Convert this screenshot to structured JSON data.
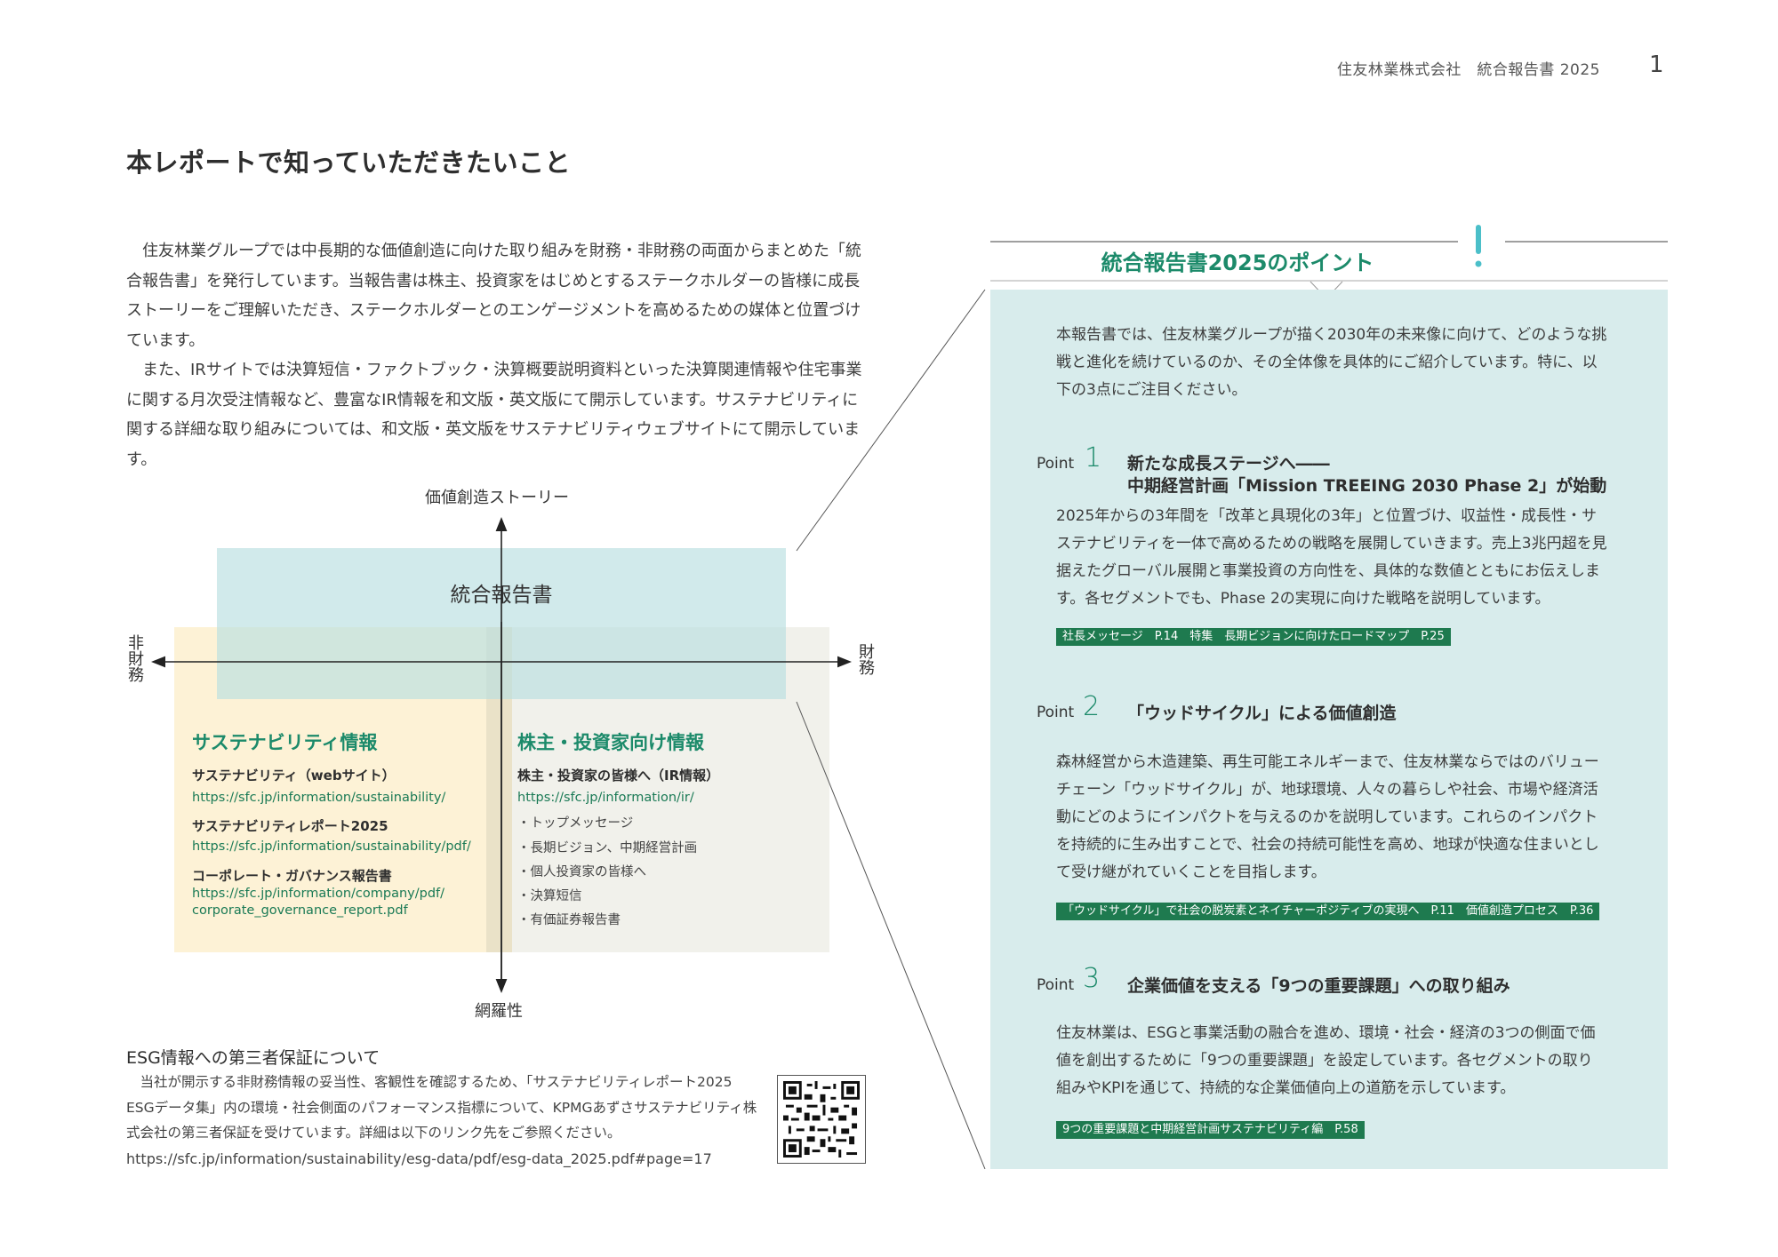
{
  "header": {
    "company_report": "住友林業株式会社　統合報告書 2025",
    "page_number": "1"
  },
  "title": "本レポートで知っていただきたいこと",
  "intro": [
    "住友林業グループでは中長期的な価値創造に向けた取り組みを財務・非財務の両面からまとめた「統合報告書」を発行しています。当報告書は株主、投資家をはじめとするステークホルダーの皆様に成長ストーリーをご理解いただき、ステークホルダーとのエンゲージメントを高めるための媒体と位置づけています。",
    "また、IRサイトでは決算短信・ファクトブック・決算概要説明資料といった決算関連情報や住宅事業に関する月次受注情報など、豊富なIR情報を和文版・英文版にて開示しています。サステナビリティに関する詳細な取り組みについては、和文版・英文版をサステナビリティウェブサイトにて開示しています。"
  ],
  "diagram": {
    "axis_top": "価値創造ストーリー",
    "axis_bottom": "網羅性",
    "axis_left": "非財務",
    "axis_right": "財務",
    "center_box": "統合報告書",
    "left": {
      "title": "サステナビリティ情報",
      "items": [
        {
          "name": "サステナビリティ（webサイト）",
          "url": "https://sfc.jp/information/sustainability/"
        },
        {
          "name": "サステナビリティレポート2025",
          "url": "https://sfc.jp/information/sustainability/pdf/"
        },
        {
          "name": "コーポレート・ガバナンス報告書",
          "url": "https://sfc.jp/information/company/pdf/",
          "url2": "corporate_governance_report.pdf"
        }
      ]
    },
    "right": {
      "title": "株主・投資家向け情報",
      "sub": "株主・投資家の皆様へ（IR情報）",
      "url": "https://sfc.jp/information/ir/",
      "bullets": [
        "・トップメッセージ",
        "・長期ビジョン、中期経営計画",
        "・個人投資家の皆様へ",
        "・決算短信",
        "・有価証券報告書"
      ]
    }
  },
  "esg": {
    "title": "ESG情報への第三者保証について",
    "body": "当社が開示する非財務情報の妥当性、客観性を確認するため、「サステナビリティレポート2025 ESGデータ集」内の環境・社会側面のパフォーマンス指標について、KPMGあずさサステナビリティ株式会社の第三者保証を受けています。詳細は以下のリンク先をご参照ください。",
    "url": "https://sfc.jp/information/sustainability/esg-data/pdf/esg-data_2025.pdf#page=17"
  },
  "panel": {
    "title": "統合報告書2025のポイント",
    "intro": "本報告書では、住友林業グループが描く2030年の未来像に向けて、どのような挑戦と進化を続けているのか、その全体像を具体的にご紹介しています。特に、以下の3点にご注目ください。",
    "points": [
      {
        "label": "Point",
        "num": "1",
        "head1": "新たな成長ステージへ――",
        "head2": "中期経営計画「Mission TREEING 2030 Phase 2」が始動",
        "body": "2025年からの3年間を「改革と具現化の3年」と位置づけ、収益性・成長性・サステナビリティを一体で高めるための戦略を展開していきます。売上3兆円超を見据えたグローバル展開と事業投資の方向性を、具体的な数値とともにお伝えします。各セグメントでも、Phase 2の実現に向けた戦略を説明しています。",
        "tag": "社長メッセージ　P.14　特集　長期ビジョンに向けたロードマップ　P.25"
      },
      {
        "label": "Point",
        "num": "2",
        "head1": "「ウッドサイクル」による価値創造",
        "head2": "",
        "body": "森林経営から木造建築、再生可能エネルギーまで、住友林業ならではのバリューチェーン「ウッドサイクル」が、地球環境、人々の暮らしや社会、市場や経済活動にどのようにインパクトを与えるのかを説明しています。これらのインパクトを持続的に生み出すことで、社会の持続可能性を高め、地球が快適な住まいとして受け継がれていくことを目指します。",
        "tag": "「ウッドサイクル」で社会の脱炭素とネイチャーポジティブの実現へ　P.11　価値創造プロセス　P.36"
      },
      {
        "label": "Point",
        "num": "3",
        "head1": "企業価値を支える「9つの重要課題」への取り組み",
        "head2": "",
        "body": "住友林業は、ESGと事業活動の融合を進め、環境・社会・経済の3つの側面で価値を創出するために「9つの重要課題」を設定しています。各セグメントの取り組みやKPIを通じて、持続的な企業価値向上の道筋を示しています。",
        "tag": "9つの重要課題と中期経営計画サステナビリティ編　P.58"
      }
    ]
  },
  "colors": {
    "accent_green": "#1c8a6a",
    "tag_green": "#1e7a4f",
    "panel_bg": "#d8ecec",
    "box_blue": "#b9dfe0",
    "box_yellow": "#fdf2d6",
    "box_gray": "#efefe9"
  }
}
